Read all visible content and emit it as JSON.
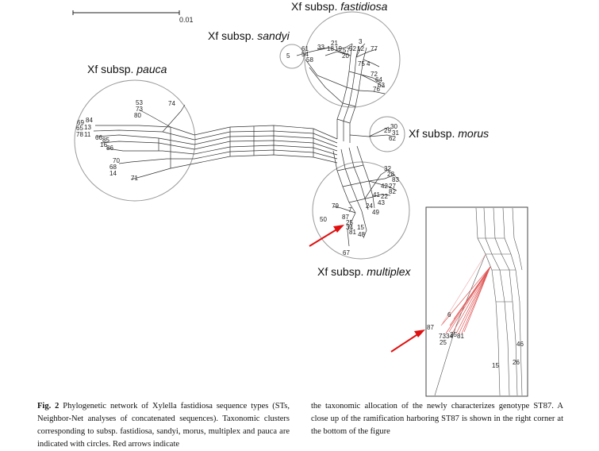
{
  "scale_bar": {
    "label": "0.01"
  },
  "clusters": {
    "fastidiosa": {
      "prefix": "Xf subsp. ",
      "name": "fastidiosa"
    },
    "sandyi": {
      "prefix": "Xf subsp. ",
      "name": "sandyi"
    },
    "pauca": {
      "prefix": "Xf subsp. ",
      "name": "pauca"
    },
    "morus": {
      "prefix": "Xf subsp. ",
      "name": "morus"
    },
    "multiplex": {
      "prefix": "Xf subsp. ",
      "name": "multiplex"
    }
  },
  "labels": {
    "fastidiosa": [
      "3",
      "21",
      "33",
      "18",
      "19",
      "57",
      "52",
      "12",
      "77",
      "61",
      "54",
      "20",
      "75",
      "4",
      "58",
      "72",
      "64",
      "63",
      "76"
    ],
    "sandyi": [
      "5"
    ],
    "pauca": [
      "53",
      "73",
      "80",
      "74",
      "69",
      "84",
      "65",
      "13",
      "78",
      "11",
      "66",
      "85",
      "16",
      "86",
      "70",
      "68",
      "14",
      "71"
    ],
    "morus": [
      "30",
      "29",
      "31",
      "62"
    ],
    "multiplex": [
      "32",
      "28",
      "83",
      "42",
      "27",
      "82",
      "41",
      "22",
      "43",
      "24",
      "49",
      "79",
      "7",
      "87",
      "50",
      "25",
      "34",
      "15",
      "81",
      "48",
      "67"
    ],
    "inset": [
      "6",
      "87",
      "73",
      "34",
      "35",
      "81",
      "25",
      "46",
      "15",
      "26"
    ]
  },
  "caption": {
    "fig_label": "Fig. 2",
    "left_text": "Phylogenetic network of Xylella fastidiosa sequence types (STs, Neighbor-Net analyses of concatenated sequences). Taxonomic clusters corresponding to subsp. fastidiosa, sandyi, morus, multiplex and pauca are indicated with circles. Red arrows indicate",
    "right_text": "the taxonomic allocation of the newly characterizes genotype ST87. A close up of the ramification harboring ST87 is shown in the right corner at the bottom of the figure"
  }
}
